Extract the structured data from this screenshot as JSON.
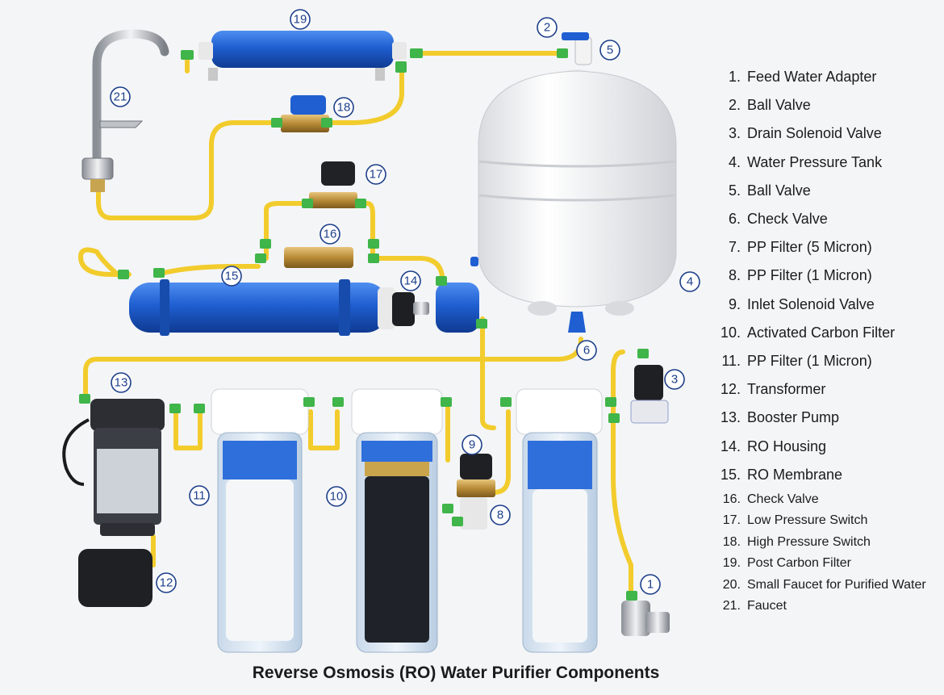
{
  "caption": "Reverse Osmosis (RO) Water Purifier Components",
  "legend": [
    {
      "num": "1.",
      "label": "Feed Water Adapter"
    },
    {
      "num": "2.",
      "label": "Ball Valve"
    },
    {
      "num": "3.",
      "label": "Drain Solenoid Valve"
    },
    {
      "num": "4.",
      "label": "Water Pressure Tank"
    },
    {
      "num": "5.",
      "label": "Ball Valve"
    },
    {
      "num": "6.",
      "label": "Check Valve"
    },
    {
      "num": "7.",
      "label": "PP Filter (5 Micron)"
    },
    {
      "num": "8.",
      "label": "PP Filter (1 Micron)"
    },
    {
      "num": "9.",
      "label": "Inlet Solenoid Valve"
    },
    {
      "num": "10.",
      "label": "Activated Carbon Filter"
    },
    {
      "num": "11.",
      "label": "PP Filter (1 Micron)"
    },
    {
      "num": "12.",
      "label": "Transformer"
    },
    {
      "num": "13.",
      "label": "Booster Pump"
    },
    {
      "num": "14.",
      "label": "RO Housing"
    },
    {
      "num": "15.",
      "label": "RO Membrane"
    },
    {
      "num": "16.",
      "label": "Check Valve"
    },
    {
      "num": "17.",
      "label": "Low Pressure Switch"
    },
    {
      "num": "18.",
      "label": "High Pressure Switch"
    },
    {
      "num": "19.",
      "label": "Post Carbon Filter"
    },
    {
      "num": "20.",
      "label": "Small Faucet for Purified Water"
    },
    {
      "num": "21.",
      "label": "Faucet"
    }
  ],
  "callouts": [
    "1",
    "2",
    "3",
    "4",
    "5",
    "6",
    "8",
    "9",
    "10",
    "11",
    "12",
    "13",
    "14",
    "15",
    "16",
    "17",
    "18",
    "19",
    "21"
  ],
  "colors": {
    "tube": "#f2cc2c",
    "fitting": "#3fb54a",
    "housing_blue": "#1f5fd1",
    "callout_ring": "#1d3f8a",
    "tank": "#f3f3f3"
  }
}
